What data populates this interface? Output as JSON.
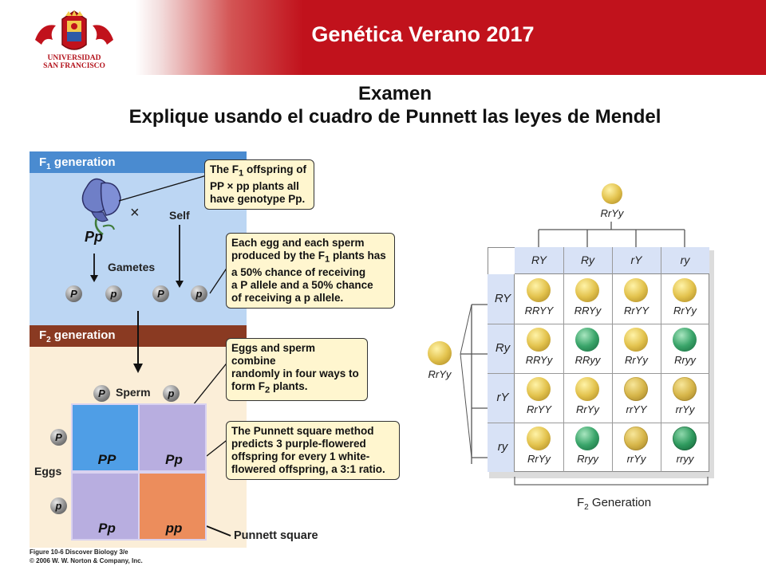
{
  "header": {
    "title": "Genética Verano 2017",
    "logo_line1": "UNIVERSIDAD",
    "logo_line2": "SAN FRANCISCO"
  },
  "subtitle": {
    "line1": "Examen",
    "line2": "Explique usando el cuadro de Punnett las leyes de Mendel"
  },
  "left_figure": {
    "f1_label": "F",
    "f1_sub": "1",
    "f1_rest": " generation",
    "f2_label": "F",
    "f2_sub": "2",
    "f2_rest": " generation",
    "callout1_a": "The F",
    "callout1_sub": "1",
    "callout1_b": " offspring of",
    "callout1_c": "PP × pp plants all",
    "callout1_d": "have genotype Pp.",
    "callout2_a": "Each egg and each sperm",
    "callout2_b": "produced by the F",
    "callout2_sub": "1",
    "callout2_c": " plants has",
    "callout2_d": "a 50% chance of receiving",
    "callout2_e": "a P allele and a 50% chance",
    "callout2_f": "of receiving a p allele.",
    "callout3_a": "Eggs and sperm combine",
    "callout3_b": "randomly in four ways to",
    "callout3_c": "form F",
    "callout3_sub": "2",
    "callout3_d": " plants.",
    "callout4_a": "The Punnett square method",
    "callout4_b": "predicts 3 purple-flowered",
    "callout4_c": "offspring for every 1 white-",
    "callout4_d": "flowered offspring, a 3:1 ratio.",
    "cross_symbol": "×",
    "self_label": "Self",
    "parent_genotype": "Pp",
    "gametes_label": "Gametes",
    "gametes": [
      "P",
      "p",
      "P",
      "p"
    ],
    "sperm_label": "Sperm",
    "eggs_label": "Eggs",
    "sperm_alleles": [
      "P",
      "p"
    ],
    "egg_alleles": [
      "P",
      "p"
    ],
    "cells": [
      "PP",
      "Pp",
      "Pp",
      "pp"
    ],
    "punnett_label": "Punnett square",
    "caption_line1": "Figure 10-6  Discover Biology 3/e",
    "caption_line2": "© 2006 W. W. Norton & Company, Inc.",
    "colors": {
      "purple_cell": "#b8aee0",
      "blue_cell": "#4f9ee6",
      "white_cell": "#ec8d5c"
    }
  },
  "right_figure": {
    "top_parent": "RrYy",
    "side_parent": "RrYy",
    "columns": [
      "RY",
      "Ry",
      "rY",
      "ry"
    ],
    "rows": [
      "RY",
      "Ry",
      "rY",
      "ry"
    ],
    "grid": [
      [
        {
          "g": "RRYY",
          "p": "yr"
        },
        {
          "g": "RRYy",
          "p": "yr"
        },
        {
          "g": "RrYY",
          "p": "yr"
        },
        {
          "g": "RrYy",
          "p": "yr"
        }
      ],
      [
        {
          "g": "RRYy",
          "p": "yr"
        },
        {
          "g": "RRyy",
          "p": "gr"
        },
        {
          "g": "RrYy",
          "p": "yr"
        },
        {
          "g": "Rryy",
          "p": "gr"
        }
      ],
      [
        {
          "g": "RrYY",
          "p": "yr"
        },
        {
          "g": "RrYy",
          "p": "yr"
        },
        {
          "g": "rrYY",
          "p": "yw"
        },
        {
          "g": "rrYy",
          "p": "yw"
        }
      ],
      [
        {
          "g": "RrYy",
          "p": "yr"
        },
        {
          "g": "Rryy",
          "p": "gr"
        },
        {
          "g": "rrYy",
          "p": "yw"
        },
        {
          "g": "rryy",
          "p": "gw"
        }
      ]
    ],
    "generation_label": "F",
    "generation_sub": "2",
    "generation_rest": " Generation"
  }
}
